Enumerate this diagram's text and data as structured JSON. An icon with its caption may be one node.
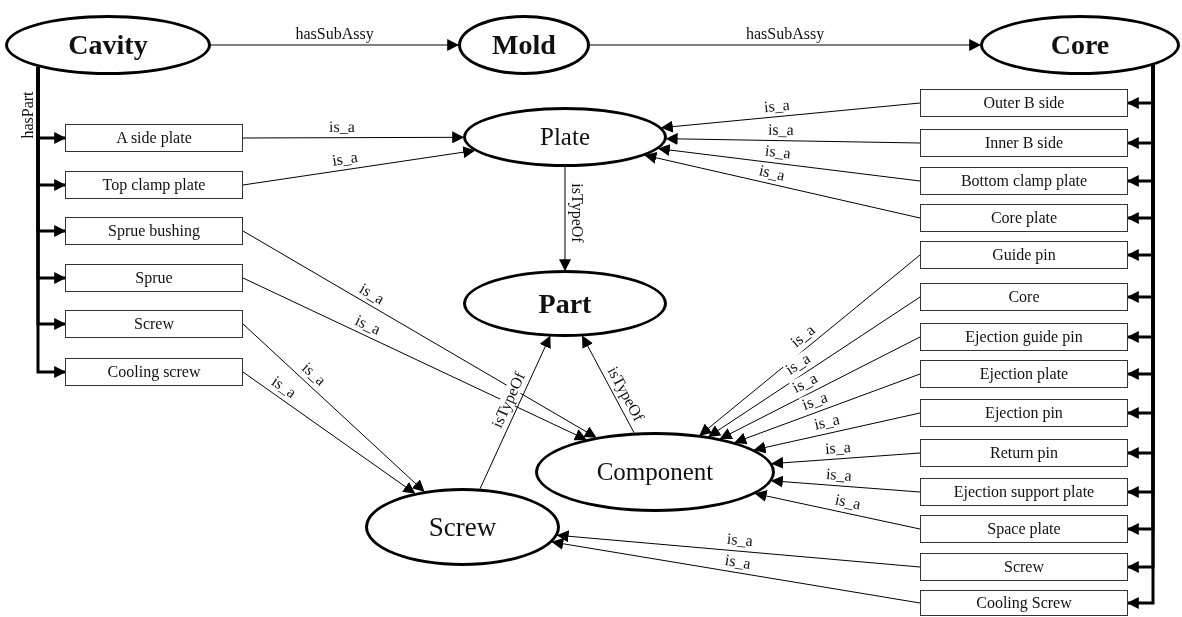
{
  "diagram": {
    "nodes": [
      {
        "text": [
          "Cavity"
        ]
      },
      {
        "text": [
          "Mold"
        ]
      },
      {
        "text": [
          "Core"
        ]
      },
      {
        "text": [
          "Plate"
        ]
      },
      {
        "text": [
          "Part"
        ]
      },
      {
        "text": [
          "Component"
        ]
      },
      {
        "text": [
          "Screw"
        ]
      },
      {
        "text": [
          "A side plate"
        ]
      },
      {
        "text": [
          "Top clamp plate"
        ]
      },
      {
        "text": [
          "Sprue bushing"
        ]
      },
      {
        "text": [
          "Sprue"
        ]
      },
      {
        "text": [
          "Screw"
        ]
      },
      {
        "text": [
          "Cooling screw"
        ]
      },
      {
        "text": [
          "Outer B side"
        ]
      },
      {
        "text": [
          "Inner B side"
        ]
      },
      {
        "text": [
          "Bottom clamp plate"
        ]
      },
      {
        "text": [
          "Core plate"
        ]
      },
      {
        "text": [
          "Guide pin"
        ]
      },
      {
        "text": [
          "Core"
        ]
      },
      {
        "text": [
          "Ejection guide pin"
        ]
      },
      {
        "text": [
          "Ejection plate"
        ]
      },
      {
        "text": [
          "Ejection pin"
        ]
      },
      {
        "text": [
          "Return pin"
        ]
      },
      {
        "text": [
          "Ejection support plate"
        ]
      },
      {
        "text": [
          "Space plate"
        ]
      },
      {
        "text": [
          "Screw"
        ]
      },
      {
        "text": [
          "Cooling Screw"
        ]
      }
    ],
    "edges": [
      {
        "from": 0,
        "to": 1,
        "arrow": "to",
        "label": "hasSubAssy"
      },
      {
        "from": 1,
        "to": 2,
        "arrow": "to",
        "label": "hasSubAssy"
      },
      {
        "from": 0,
        "to": 7,
        "arrow": "to",
        "label": "hasPart",
        "style": "thick"
      },
      {
        "from": 0,
        "to": 8,
        "arrow": "to",
        "style": "thick"
      },
      {
        "from": 0,
        "to": 9,
        "arrow": "to",
        "style": "thick"
      },
      {
        "from": 0,
        "to": 10,
        "arrow": "to",
        "style": "thick"
      },
      {
        "from": 0,
        "to": 11,
        "arrow": "to",
        "style": "thick"
      },
      {
        "from": 0,
        "to": 12,
        "arrow": "to",
        "style": "thick"
      },
      {
        "from": 2,
        "to": 13,
        "arrow": "to",
        "style": "thick"
      },
      {
        "from": 2,
        "to": 14,
        "arrow": "to",
        "style": "thick"
      },
      {
        "from": 2,
        "to": 15,
        "arrow": "to",
        "style": "thick"
      },
      {
        "from": 2,
        "to": 16,
        "arrow": "to",
        "style": "thick"
      },
      {
        "from": 2,
        "to": 17,
        "arrow": "to",
        "style": "thick"
      },
      {
        "from": 2,
        "to": 18,
        "arrow": "to",
        "style": "thick"
      },
      {
        "from": 2,
        "to": 19,
        "arrow": "to",
        "style": "thick"
      },
      {
        "from": 2,
        "to": 20,
        "arrow": "to",
        "style": "thick"
      },
      {
        "from": 2,
        "to": 21,
        "arrow": "to",
        "style": "thick"
      },
      {
        "from": 2,
        "to": 22,
        "arrow": "to",
        "style": "thick"
      },
      {
        "from": 2,
        "to": 23,
        "arrow": "to",
        "style": "thick"
      },
      {
        "from": 2,
        "to": 24,
        "arrow": "to",
        "style": "thick"
      },
      {
        "from": 2,
        "to": 25,
        "arrow": "to",
        "style": "thick"
      },
      {
        "from": 2,
        "to": 26,
        "arrow": "to",
        "style": "thick"
      },
      {
        "from": 7,
        "to": 3,
        "arrow": "to",
        "label": "is_a"
      },
      {
        "from": 8,
        "to": 3,
        "arrow": "to",
        "label": "is_a"
      },
      {
        "from": 9,
        "to": 5,
        "arrow": "to",
        "label": "is_a"
      },
      {
        "from": 10,
        "to": 5,
        "arrow": "to",
        "label": "is_a"
      },
      {
        "from": 11,
        "to": 6,
        "arrow": "to",
        "label": "is_a"
      },
      {
        "from": 12,
        "to": 6,
        "arrow": "to",
        "label": "is_a"
      },
      {
        "from": 13,
        "to": 3,
        "arrow": "to",
        "label": "is_a"
      },
      {
        "from": 14,
        "to": 3,
        "arrow": "to",
        "label": "is_a"
      },
      {
        "from": 15,
        "to": 3,
        "arrow": "to",
        "label": "is_a"
      },
      {
        "from": 16,
        "to": 3,
        "arrow": "to",
        "label": "is_a"
      },
      {
        "from": 17,
        "to": 5,
        "arrow": "to",
        "label": "is_a"
      },
      {
        "from": 18,
        "to": 5,
        "arrow": "to",
        "label": "is_a"
      },
      {
        "from": 19,
        "to": 5,
        "arrow": "to",
        "label": "is_a"
      },
      {
        "from": 20,
        "to": 5,
        "arrow": "to",
        "label": "is_a"
      },
      {
        "from": 21,
        "to": 5,
        "arrow": "to",
        "label": "is_a"
      },
      {
        "from": 22,
        "to": 5,
        "arrow": "to",
        "label": "is_a"
      },
      {
        "from": 23,
        "to": 5,
        "arrow": "to",
        "label": "is_a"
      },
      {
        "from": 24,
        "to": 5,
        "arrow": "to",
        "label": "is_a"
      },
      {
        "from": 25,
        "to": 6,
        "arrow": "to",
        "label": "is_a"
      },
      {
        "from": 26,
        "to": 6,
        "arrow": "to",
        "label": "is_a"
      },
      {
        "from": 3,
        "to": 4,
        "arrow": "to",
        "label": "isTypeOf"
      },
      {
        "from": 5,
        "to": 4,
        "arrow": "to",
        "label": "isTypeOf"
      },
      {
        "from": 6,
        "to": 4,
        "arrow": "to",
        "label": "isTypeOf"
      }
    ]
  }
}
